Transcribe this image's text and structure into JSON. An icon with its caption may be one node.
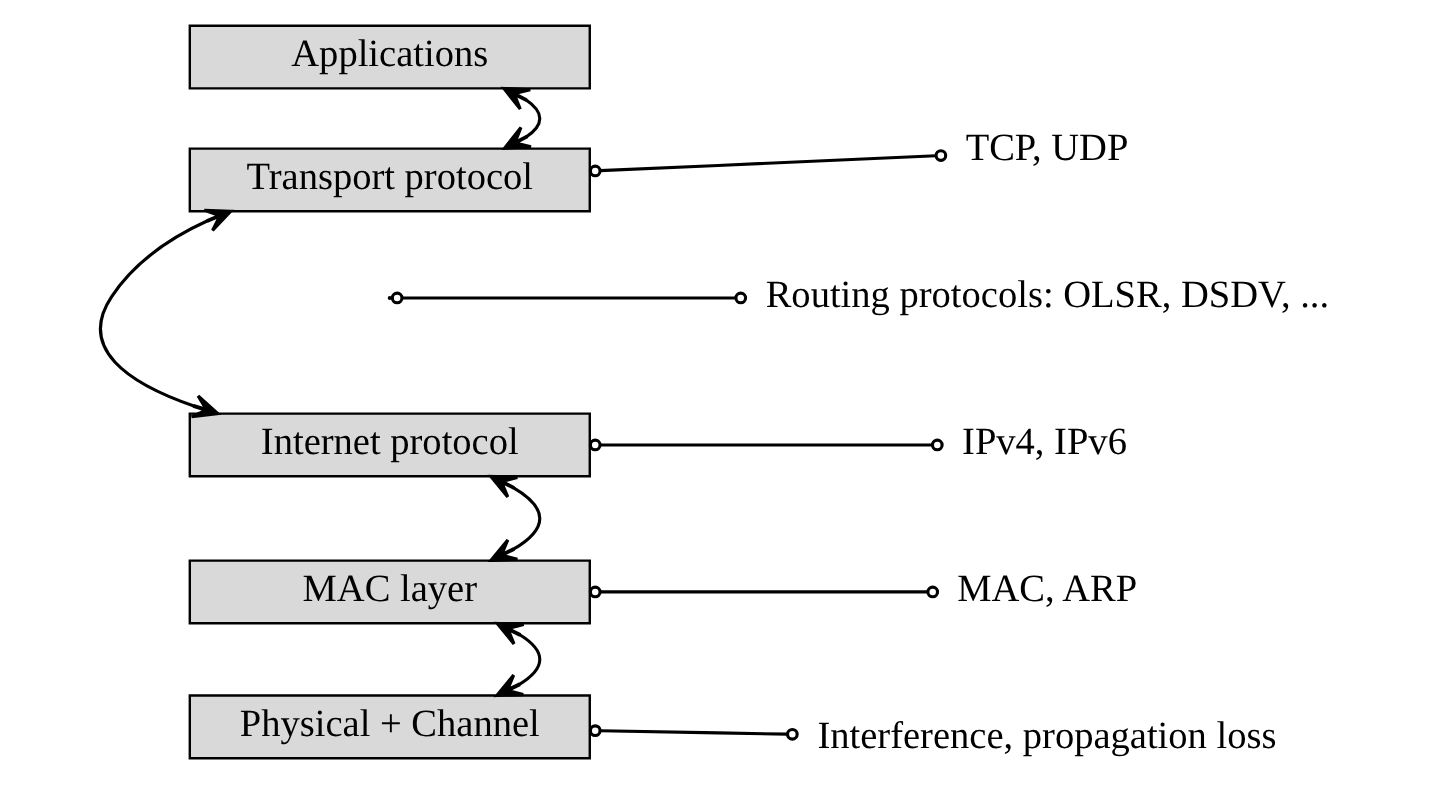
{
  "diagram": {
    "nodes": [
      {
        "text": [
          "Applications"
        ]
      },
      {
        "text": [
          "Transport protocol"
        ]
      },
      {
        "text": [
          "Internet protocol"
        ]
      },
      {
        "text": [
          "MAC layer"
        ]
      },
      {
        "text": [
          "Physical + Channel"
        ]
      },
      {
        "text": [
          "TCP, UDP"
        ]
      },
      {
        "text": [
          "Routing protocols: OLSR, DSDV, ..."
        ]
      },
      {
        "text": [
          "IPv4, IPv6"
        ]
      },
      {
        "text": [
          "MAC, ARP"
        ]
      },
      {
        "text": [
          "Interference, propagation loss"
        ]
      }
    ],
    "edges": [
      {
        "from": 0,
        "to": 1,
        "arrow": "both"
      },
      {
        "from": 1,
        "to": 2,
        "arrow": "both"
      },
      {
        "from": 2,
        "to": 3,
        "arrow": "both"
      },
      {
        "from": 3,
        "to": 4,
        "arrow": "both"
      },
      {
        "from": 1,
        "to": 5,
        "arrow": "other"
      },
      {
        "from": null,
        "to": 6,
        "arrow": "other"
      },
      {
        "from": 2,
        "to": 7,
        "arrow": "other"
      },
      {
        "from": 3,
        "to": 8,
        "arrow": "other"
      },
      {
        "from": 4,
        "to": 9,
        "arrow": "other"
      }
    ]
  }
}
